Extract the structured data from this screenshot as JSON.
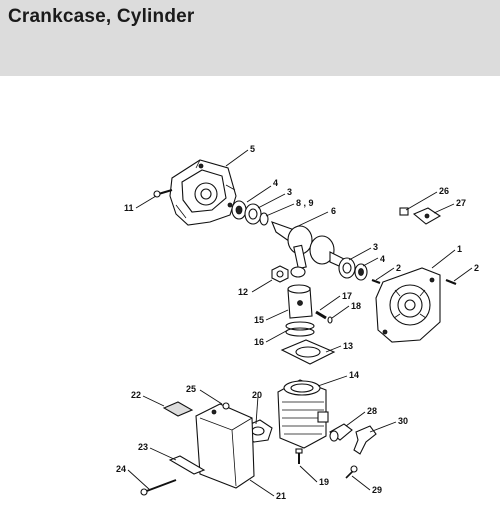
{
  "header": {
    "title": "Crankcase, Cylinder"
  },
  "callouts": [
    {
      "key": "c5",
      "text": "5"
    },
    {
      "key": "c11",
      "text": "11"
    },
    {
      "key": "c4a",
      "text": "4"
    },
    {
      "key": "c3a",
      "text": "3"
    },
    {
      "key": "c89",
      "text": "8 , 9"
    },
    {
      "key": "c6",
      "text": "6"
    },
    {
      "key": "c26",
      "text": "26"
    },
    {
      "key": "c27",
      "text": "27"
    },
    {
      "key": "c1",
      "text": "1"
    },
    {
      "key": "c2a",
      "text": "2"
    },
    {
      "key": "c3b",
      "text": "3"
    },
    {
      "key": "c4b",
      "text": "4"
    },
    {
      "key": "c2b",
      "text": "2"
    },
    {
      "key": "c12",
      "text": "12"
    },
    {
      "key": "c17",
      "text": "17"
    },
    {
      "key": "c18",
      "text": "18"
    },
    {
      "key": "c15",
      "text": "15"
    },
    {
      "key": "c16",
      "text": "16"
    },
    {
      "key": "c13",
      "text": "13"
    },
    {
      "key": "c14",
      "text": "14"
    },
    {
      "key": "c22",
      "text": "22"
    },
    {
      "key": "c25",
      "text": "25"
    },
    {
      "key": "c20",
      "text": "20"
    },
    {
      "key": "c28",
      "text": "28"
    },
    {
      "key": "c30",
      "text": "30"
    },
    {
      "key": "c23",
      "text": "23"
    },
    {
      "key": "c24",
      "text": "24"
    },
    {
      "key": "c19",
      "text": "19"
    },
    {
      "key": "c29",
      "text": "29"
    },
    {
      "key": "c21",
      "text": "21"
    }
  ]
}
